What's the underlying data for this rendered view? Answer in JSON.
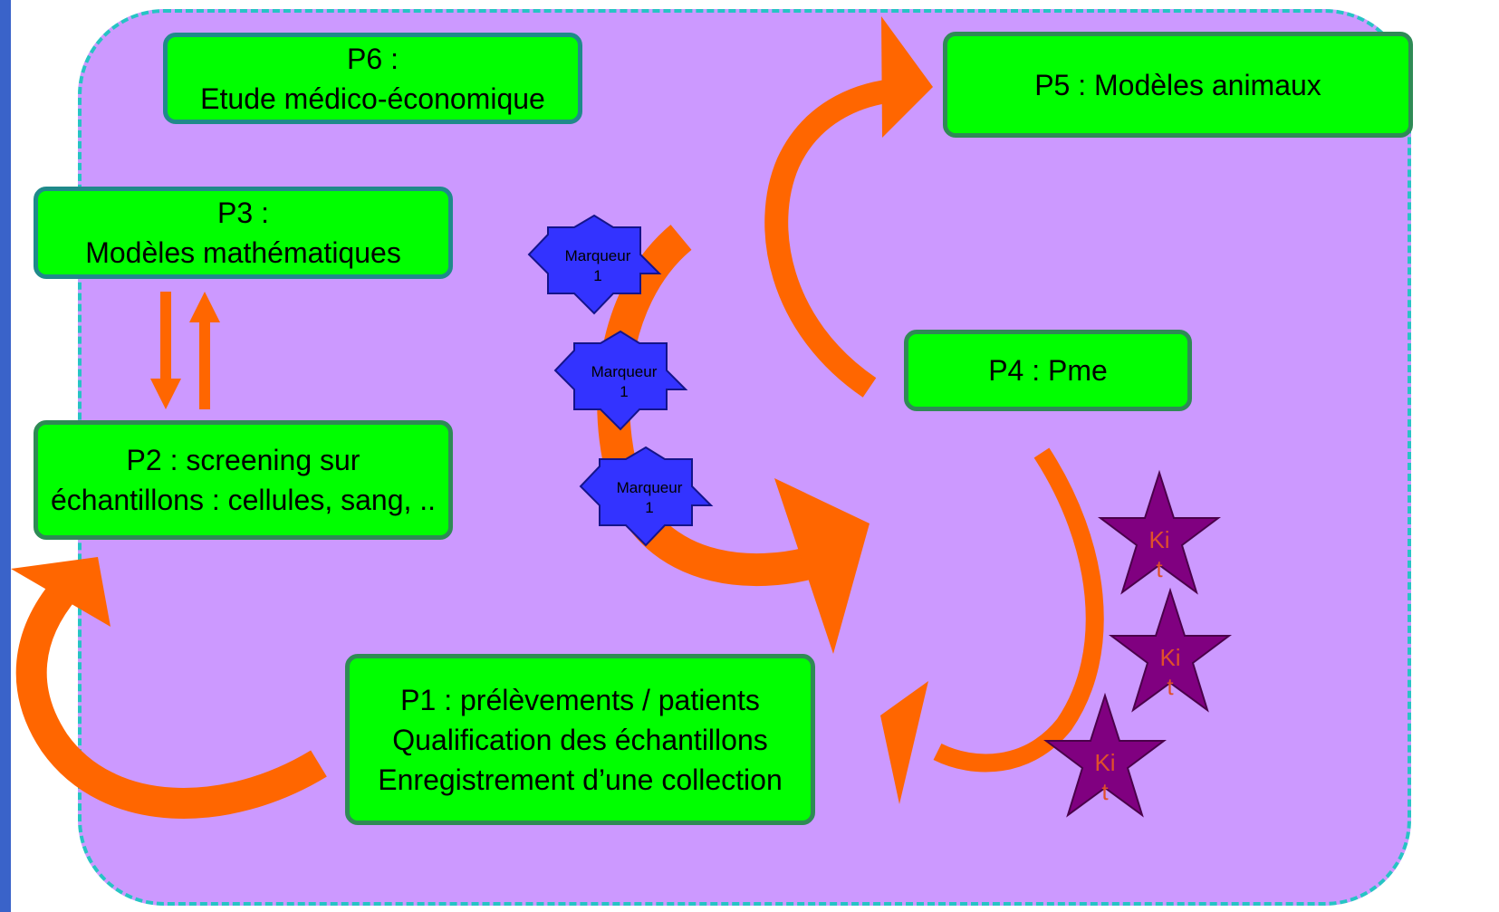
{
  "colors": {
    "panel_fill": "#cc99ff",
    "panel_border": "#26c4c4",
    "box_fill": "#00ff00",
    "box_border_teal": "#1f8a8a",
    "box_border_green": "#2f8a55",
    "arrow": "#ff6600",
    "marker_fill": "#3333ff",
    "kit_fill": "#800080",
    "kit_text": "#e0502a"
  },
  "boxes": {
    "p6": {
      "line1": "P6 :",
      "line2": "Etude médico-économique"
    },
    "p3": {
      "line1": "P3 :",
      "line2": "Modèles mathématiques"
    },
    "p2": {
      "line1": "P2 : screening sur",
      "line2": "échantillons : cellules, sang, .."
    },
    "p5": {
      "line1": "P5 : Modèles animaux"
    },
    "p4": {
      "line1": "P4 : Pme"
    },
    "p1": {
      "line1": "P1 : prélèvements / patients",
      "line2": "Qualification des échantillons",
      "line3": "Enregistrement d’une collection"
    }
  },
  "markers": [
    {
      "line1": "Marqueur",
      "line2": "1"
    },
    {
      "line1": "Marqueur",
      "line2": "1"
    },
    {
      "line1": "Marqueur",
      "line2": "1"
    }
  ],
  "kits": [
    {
      "line1": "Ki",
      "line2": "t"
    },
    {
      "line1": "Ki",
      "line2": "t"
    },
    {
      "line1": "Ki",
      "line2": "t"
    }
  ]
}
